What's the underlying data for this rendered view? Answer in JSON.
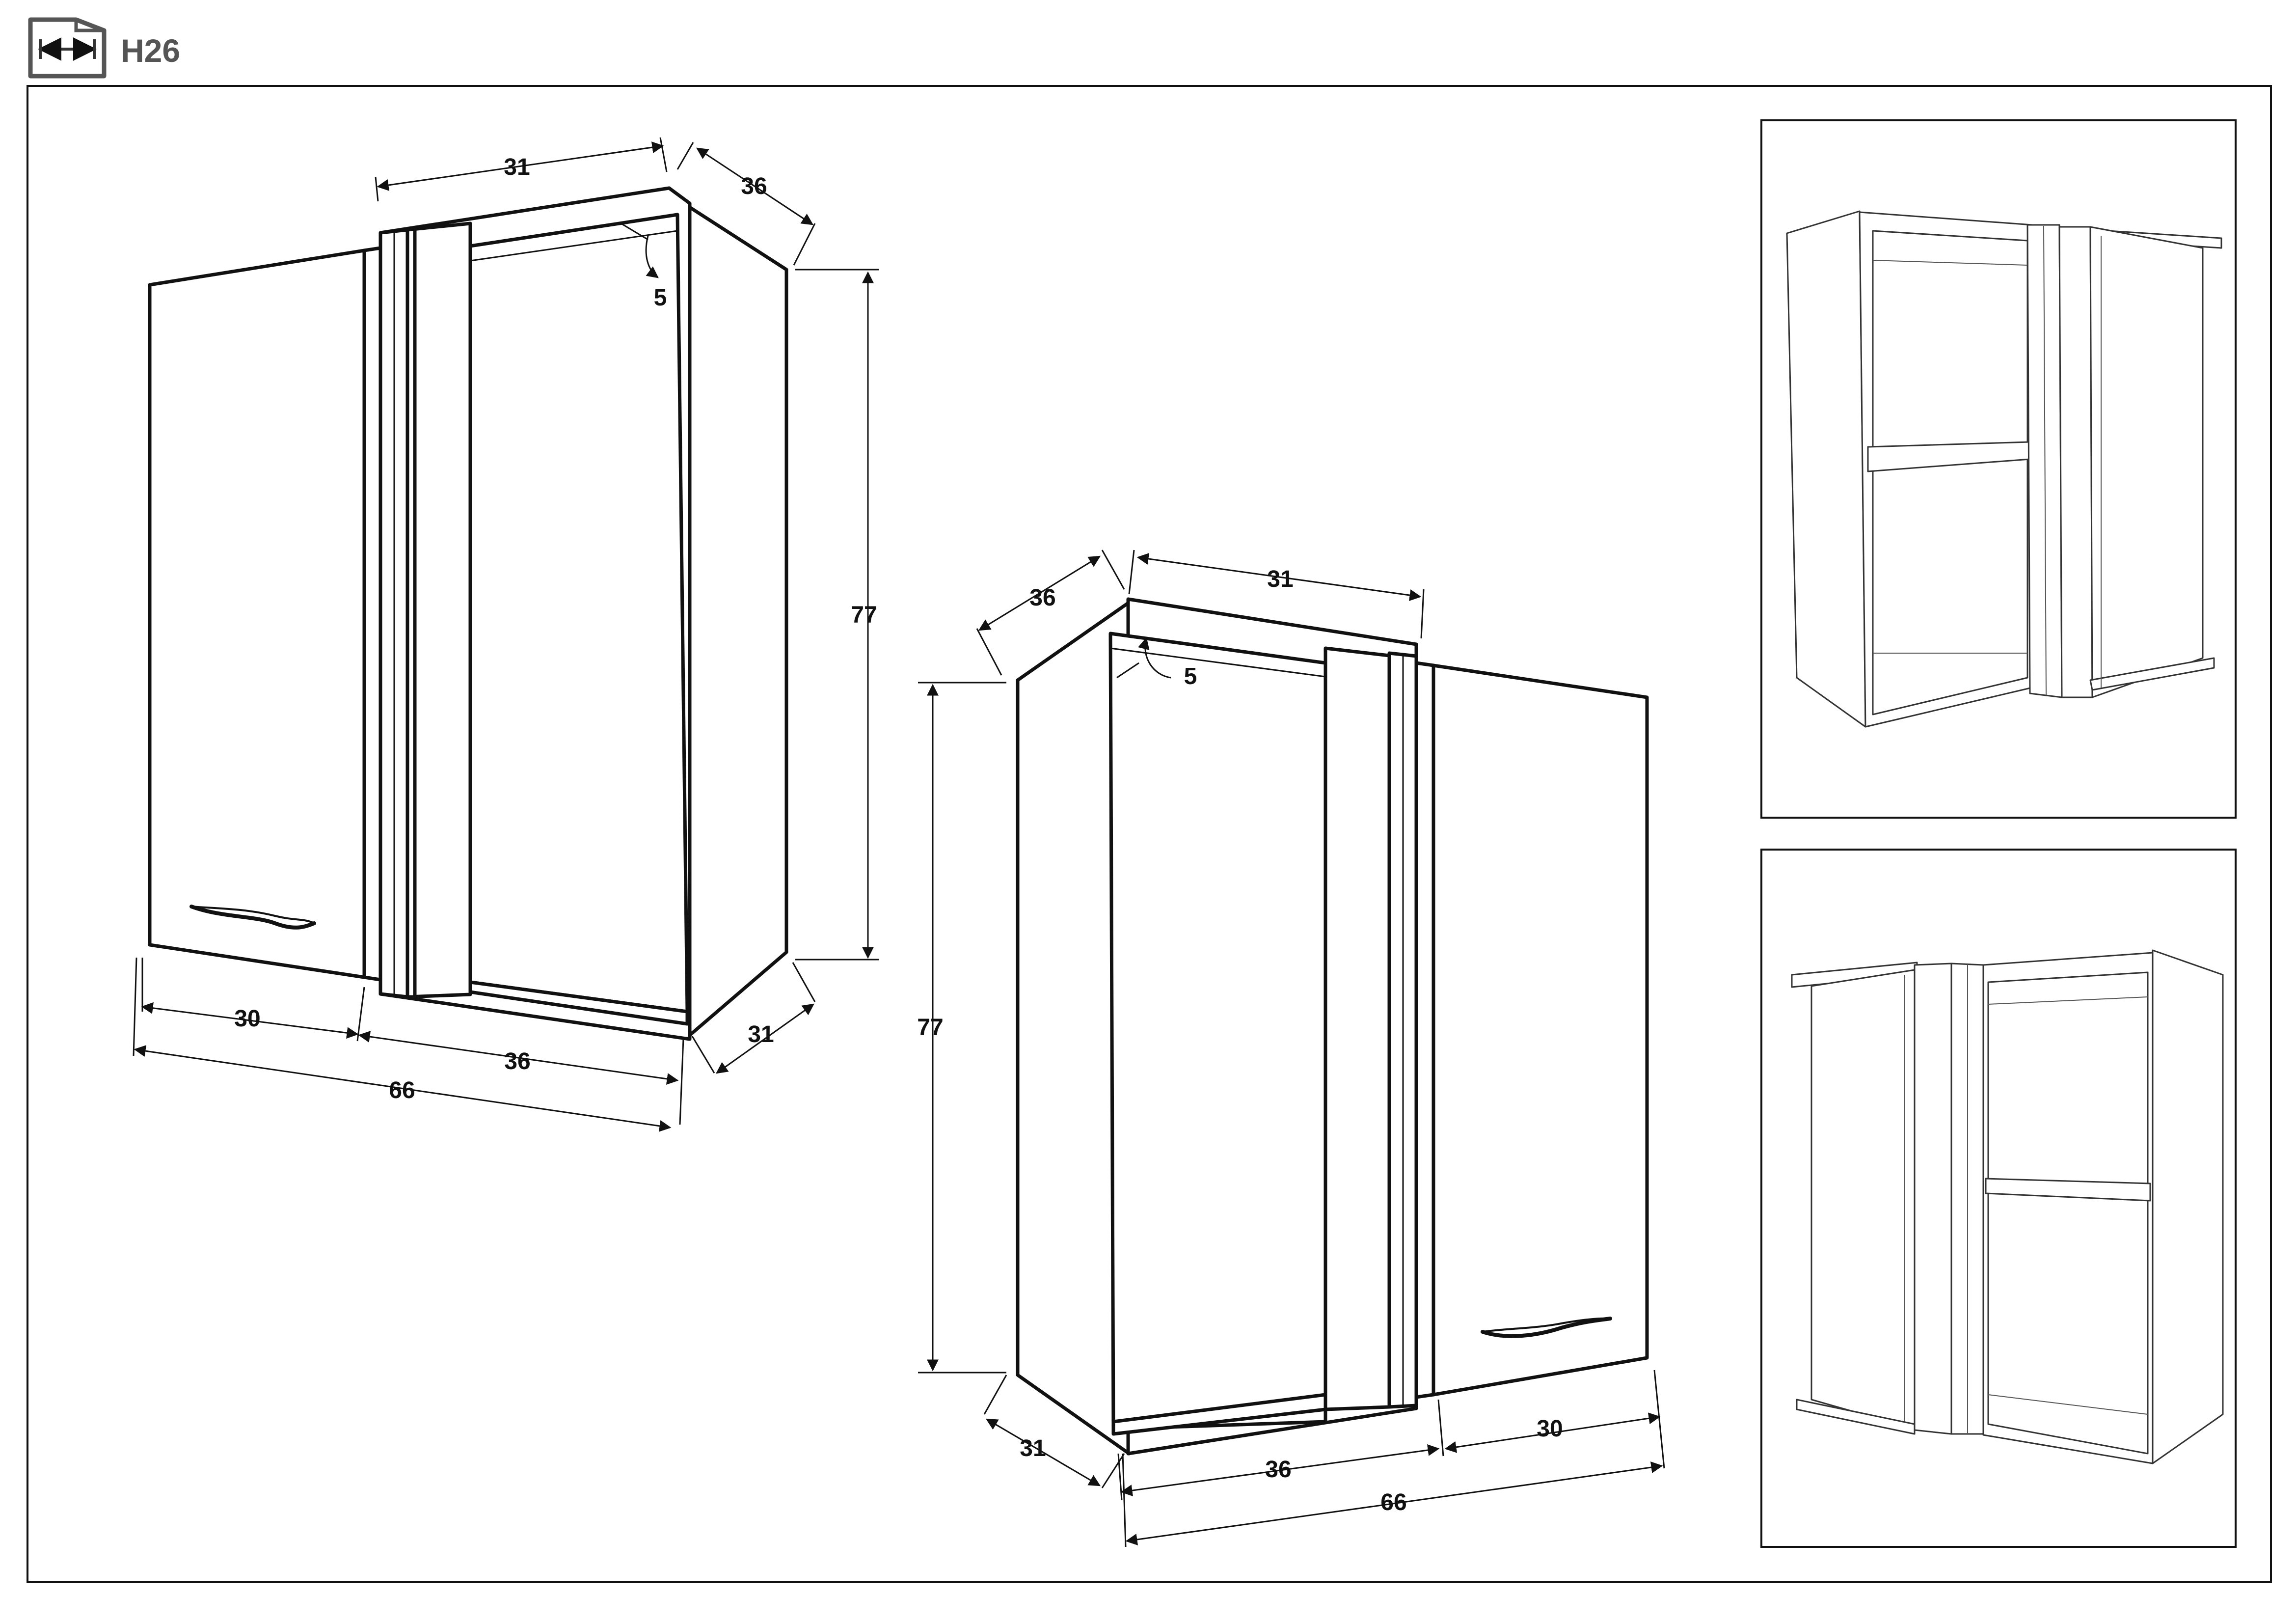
{
  "header": {
    "code": "H26",
    "icon": "dimension-arrows-icon"
  },
  "view_left": {
    "top_width": "31",
    "top_depth": "36",
    "gap": "5",
    "height": "77",
    "door_width": "30",
    "front_width": "36",
    "total_width": "66",
    "side_depth": "31"
  },
  "view_right": {
    "top_width": "31",
    "top_depth": "36",
    "gap": "5",
    "height": "77",
    "door_width": "30",
    "front_width": "36",
    "total_width": "66",
    "side_depth": "31"
  },
  "previews": {
    "top": "cabinet-preview-left-orientation",
    "bottom": "cabinet-preview-right-orientation"
  }
}
